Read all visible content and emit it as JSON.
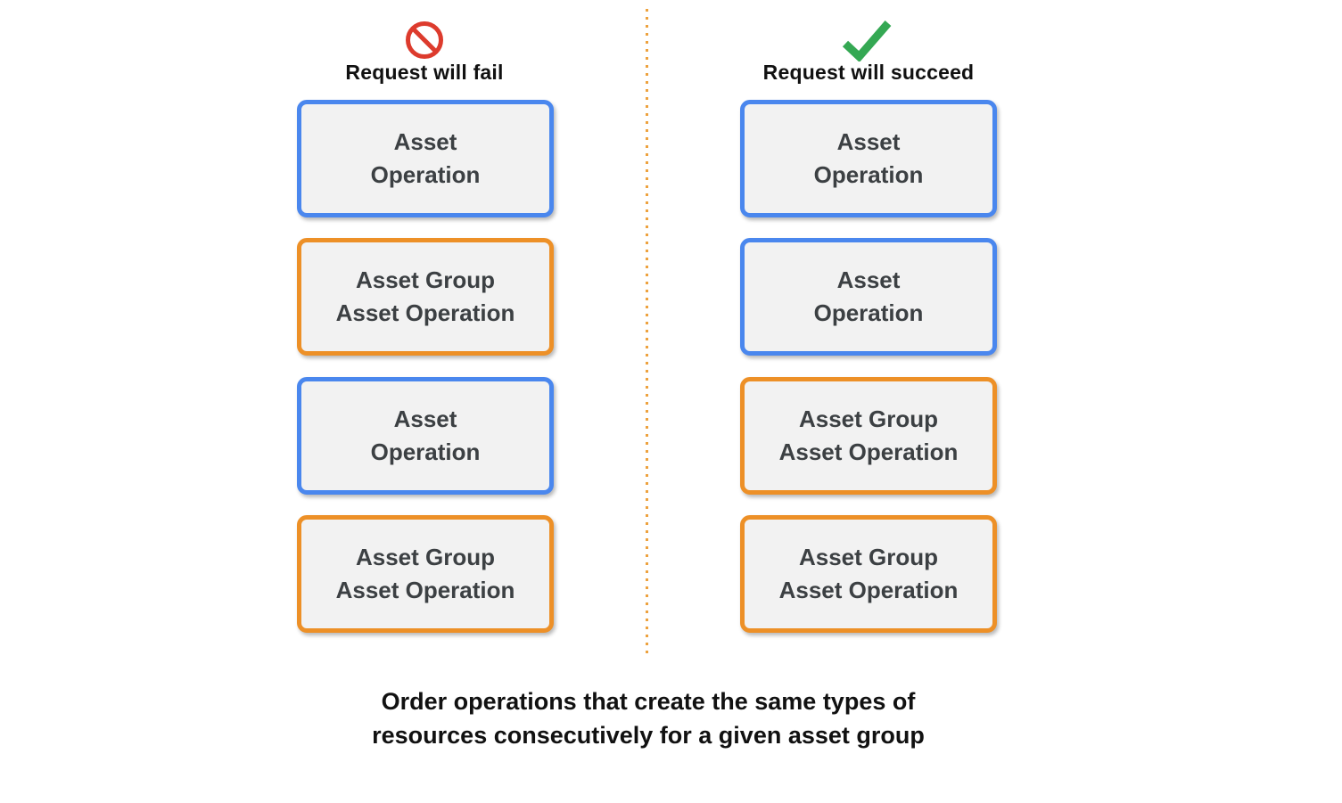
{
  "colors": {
    "blue_border": "#4A87EE",
    "orange_border": "#ED9027",
    "box_fill": "#F2F2F2",
    "box_text": "#3C4043",
    "divider_dots": "#EDA23F",
    "fail_icon_red": "#DD3B2D",
    "success_icon_green": "#34A853",
    "header_text": "#111111"
  },
  "fail_column": {
    "title": "Request will fail",
    "icon": "no-entry-icon",
    "boxes": [
      {
        "label": "Asset\nOperation",
        "border": "blue"
      },
      {
        "label": "Asset Group\nAsset Operation",
        "border": "orange"
      },
      {
        "label": "Asset\nOperation",
        "border": "blue"
      },
      {
        "label": "Asset Group\nAsset Operation",
        "border": "orange"
      }
    ]
  },
  "success_column": {
    "title": "Request will succeed",
    "icon": "checkmark-icon",
    "boxes": [
      {
        "label": "Asset\nOperation",
        "border": "blue"
      },
      {
        "label": "Asset\nOperation",
        "border": "blue"
      },
      {
        "label": "Asset Group\nAsset Operation",
        "border": "orange"
      },
      {
        "label": "Asset Group\nAsset Operation",
        "border": "orange"
      }
    ]
  },
  "caption": "Order operations that create the same types of\nresources consecutively for a given asset group"
}
